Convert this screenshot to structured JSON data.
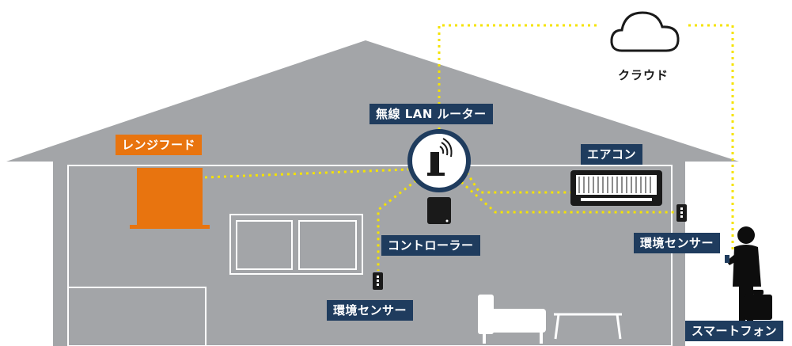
{
  "labels": {
    "cloud": "クラウド",
    "router": "無線 LAN ルーター",
    "range_hood": "レンジフード",
    "aircon": "エアコン",
    "controller": "コントローラー",
    "env_sensor_right": "環境センサー",
    "env_sensor_left": "環境センサー",
    "smartphone": "スマートフォン"
  },
  "colors": {
    "house": "#a3a5a8",
    "interior_line": "#ffffff",
    "connection": "#f5e300",
    "label_bg": "#1f3c5e",
    "accent": "#e8740f",
    "device": "#1a1a1a"
  },
  "icons": [
    "cloud-icon",
    "wifi-router-icon",
    "range-hood-icon",
    "aircon-icon",
    "controller-icon",
    "sensor-icon",
    "person-with-phone-icon"
  ]
}
